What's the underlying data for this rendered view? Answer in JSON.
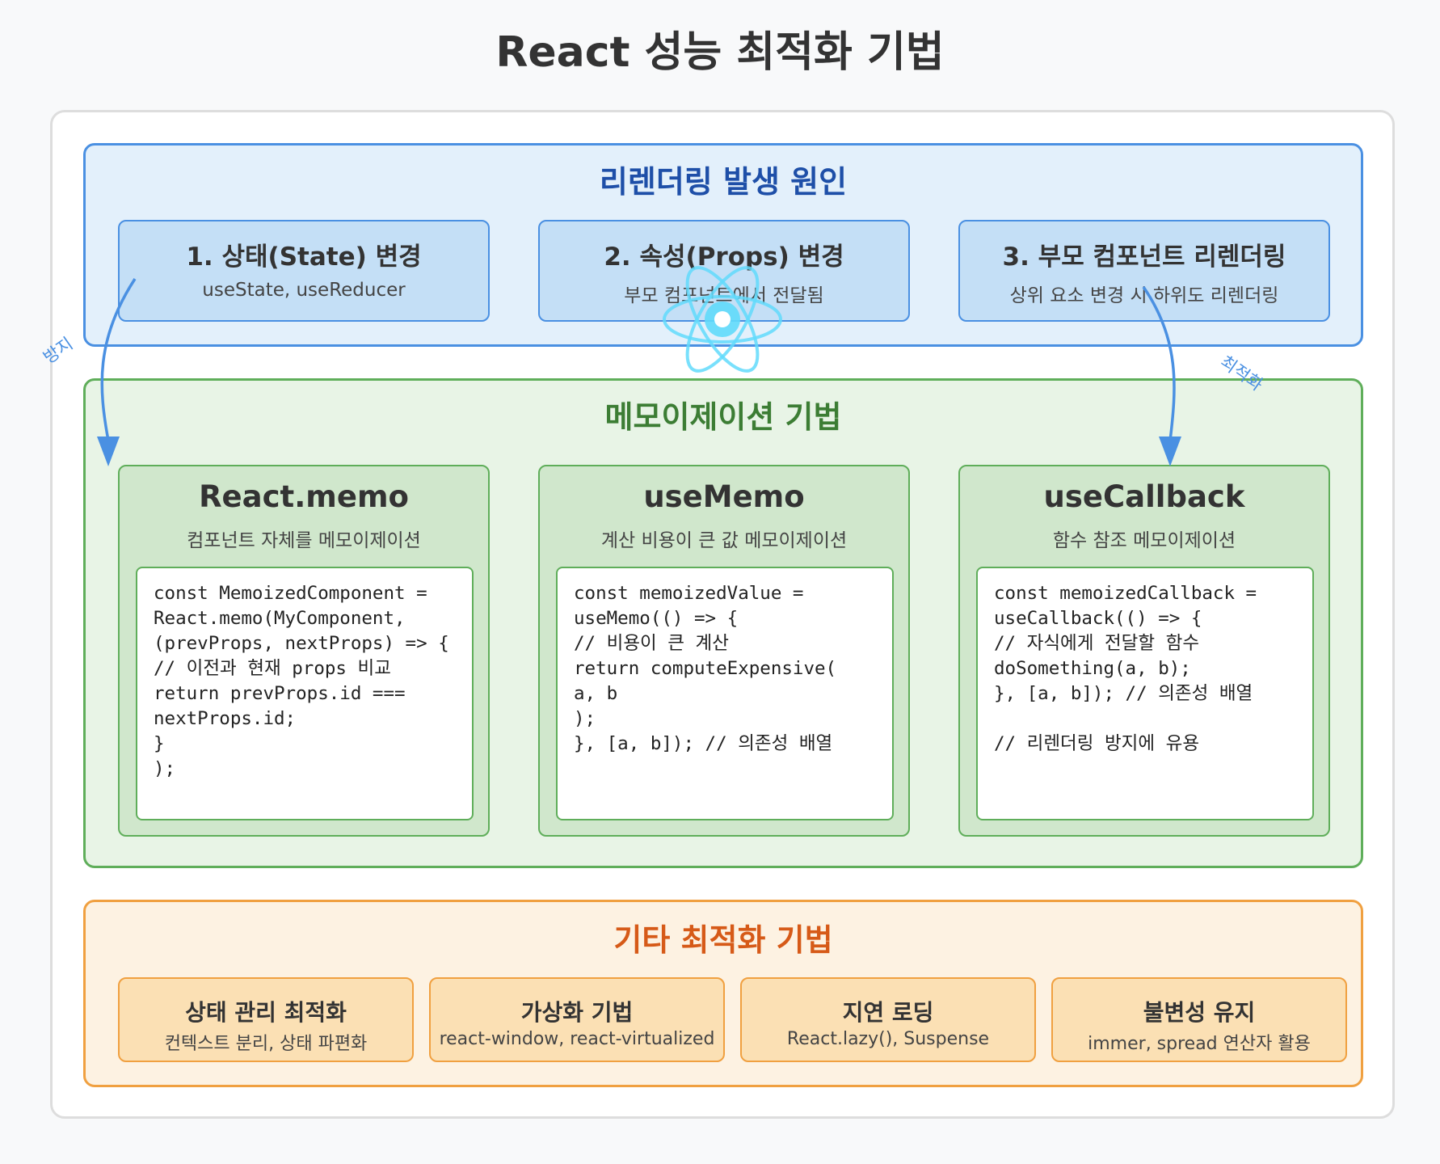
{
  "title": "React 성능 최적화 기법",
  "causes": {
    "title": "리렌더링 발생 원인",
    "items": [
      {
        "title": "1. 상태(State) 변경",
        "desc": "useState, useReducer"
      },
      {
        "title": "2. 속성(Props) 변경",
        "desc": "부모 컴포넌트에서 전달됨"
      },
      {
        "title": "3. 부모 컴포넌트 리렌더링",
        "desc": "상위 요소 변경 시 하위도 리렌더링"
      }
    ]
  },
  "memo": {
    "title": "메모이제이션 기법",
    "items": [
      {
        "title": "React.memo",
        "desc": "컴포넌트 자체를 메모이제이션",
        "code": [
          "const MemoizedComponent =",
          "React.memo(MyComponent,",
          "(prevProps, nextProps) => {",
          "// 이전과 현재 props 비교",
          "return prevProps.id ===",
          "nextProps.id;",
          "}",
          ");"
        ]
      },
      {
        "title": "useMemo",
        "desc": "계산 비용이 큰 값 메모이제이션",
        "code": [
          "const memoizedValue =",
          "useMemo(() => {",
          "// 비용이 큰 계산",
          "return computeExpensive(",
          "a, b",
          ");",
          "}, [a, b]); // 의존성 배열"
        ]
      },
      {
        "title": "useCallback",
        "desc": "함수 참조 메모이제이션",
        "code": [
          "const memoizedCallback =",
          "useCallback(() => {",
          "// 자식에게 전달할 함수",
          "doSomething(a, b);",
          "}, [a, b]); // 의존성 배열",
          "",
          "// 리렌더링 방지에 유용"
        ]
      }
    ]
  },
  "other": {
    "title": "기타 최적화 기법",
    "items": [
      {
        "title": "상태 관리 최적화",
        "desc": "컨텍스트 분리, 상태 파편화"
      },
      {
        "title": "가상화 기법",
        "desc": "react-window, react-virtualized"
      },
      {
        "title": "지연 로딩",
        "desc": "React.lazy(), Suspense"
      },
      {
        "title": "불변성 유지",
        "desc": "immer, spread 연산자 활용"
      }
    ]
  },
  "arrows": {
    "left_label": "방지",
    "right_label": "최적화"
  },
  "icons": {
    "center": "react-atom-icon"
  },
  "colors": {
    "blue": "#4a90e2",
    "green": "#5fae5a",
    "orange": "#f0a040",
    "react": "#61dafb"
  }
}
